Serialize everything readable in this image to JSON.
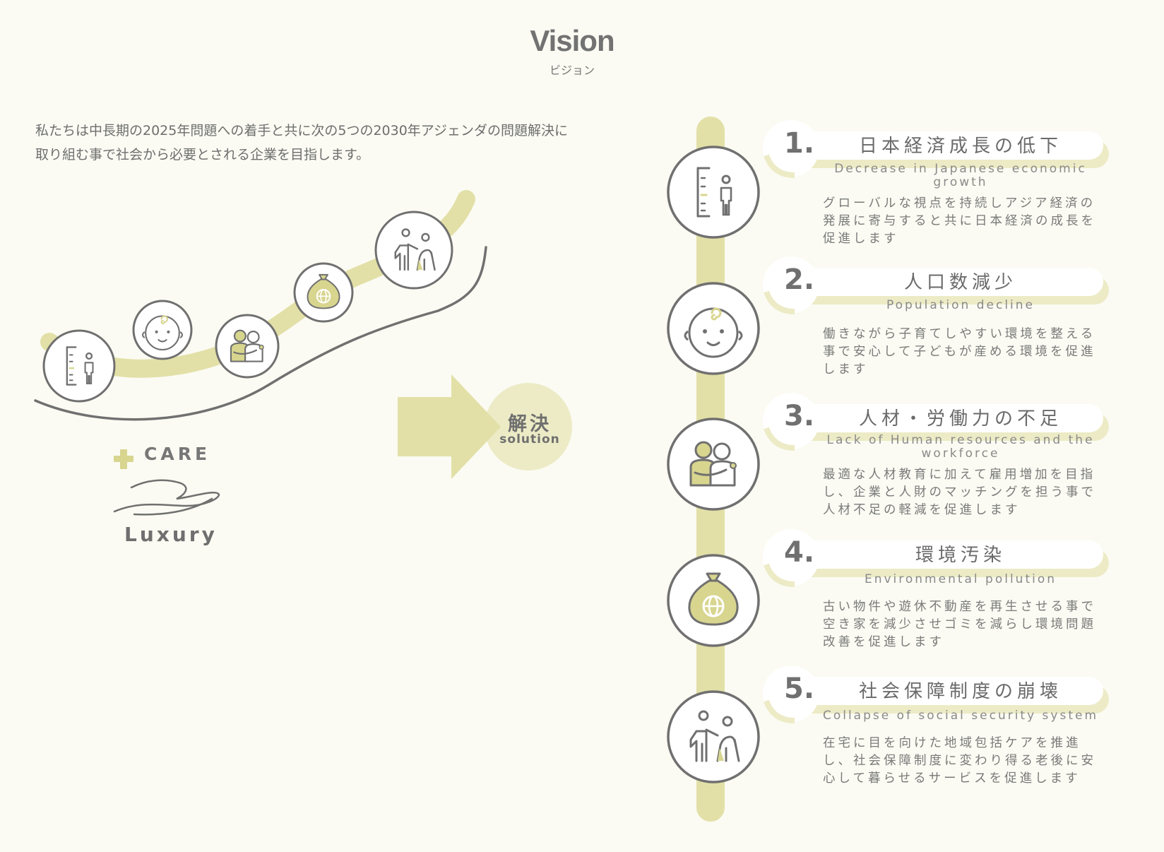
{
  "header": {
    "title": "Vision",
    "subtitle": "ビジョン"
  },
  "intro": "私たちは中長期の2025年問題への着手と共に次の5つの2030年アジェンダの問題解決に取り組む事で社会から必要とされる企業を目指します。",
  "left": {
    "care_label": "CARE",
    "luxury_label": "Luxury",
    "solution_jp": "解決",
    "solution_en": "solution"
  },
  "colors": {
    "accent": "#e2e0a7",
    "accent_dark": "#d8d58f",
    "line": "#707070",
    "background": "#fbfbf3"
  },
  "items": [
    {
      "number": "1.",
      "title": "日本経済成長の低下",
      "title_en": "Decrease in Japanese economic growth",
      "description": "グローバルな視点を持続しアジア経済の発展に寄与すると共に日本経済の成長を促進します",
      "icon": "growth-chart-person-icon"
    },
    {
      "number": "2.",
      "title": "人口数減少",
      "title_en": "Population decline",
      "description": "働きながら子育てしやすい環境を整える事で安心して子どもが産める環境を促進します",
      "icon": "baby-face-icon"
    },
    {
      "number": "3.",
      "title": "人材・労働力の不足",
      "title_en": "Lack of Human resources and the workforce",
      "description": "最適な人材教育に加えて雇用増加を目指し、企業と人財のマッチングを担う事で人材不足の軽減を促進します",
      "icon": "people-group-icon"
    },
    {
      "number": "4.",
      "title": "環境汚染",
      "title_en": "Environmental pollution",
      "description": "古い物件や遊休不動産を再生させる事で空き家を減少させゴミを減らし環境問題改善を促進します",
      "icon": "globe-bag-icon"
    },
    {
      "number": "5.",
      "title": "社会保障制度の崩壊",
      "title_en": "Collapse of social security system",
      "description": "在宅に目を向けた地域包括ケアを推進し、社会保障制度に変わり得る老後に安心して暮らせるサービスを促進します",
      "icon": "elderly-care-icon"
    }
  ]
}
